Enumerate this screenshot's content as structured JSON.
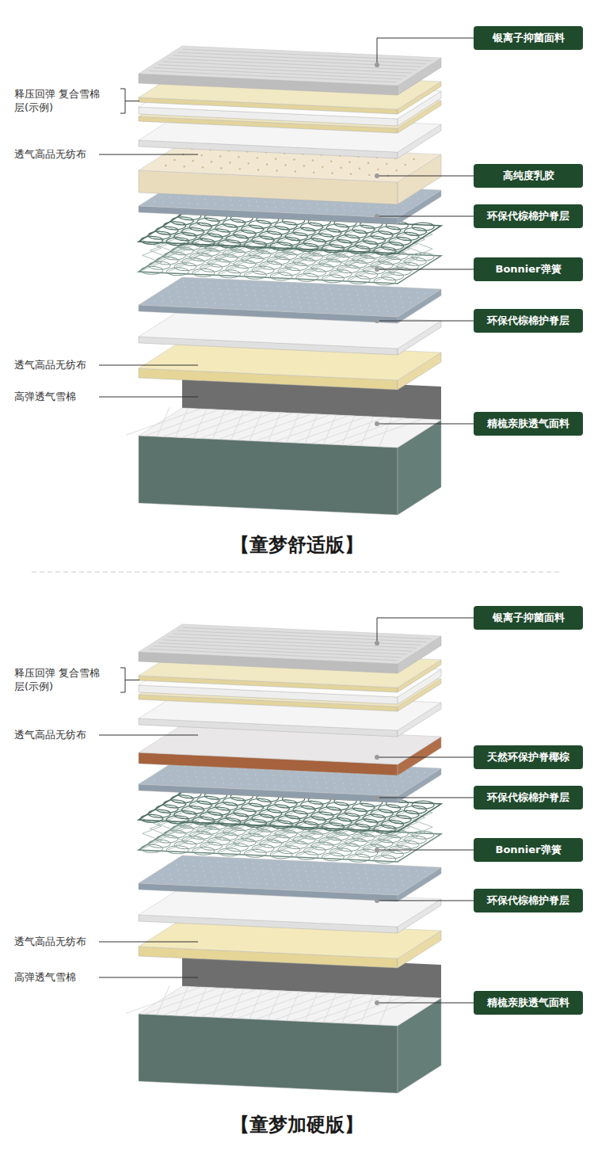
{
  "diagram": {
    "nodes": [
      {
        "text": [
          "银离子抑菌面料"
        ]
      },
      {
        "text": [
          "高纯度乳胶"
        ]
      },
      {
        "text": [
          "环保代棕棉护脊层"
        ]
      },
      {
        "text": [
          "Bonnier弹簧"
        ]
      },
      {
        "text": [
          "环保代棕棉护脊层"
        ]
      },
      {
        "text": [
          "精梳亲肤透气面料"
        ]
      },
      {
        "text": [
          "银离子抑菌面料"
        ]
      },
      {
        "text": [
          "天然环保护脊椰棕"
        ]
      },
      {
        "text": [
          "环保代棕棉护脊层"
        ]
      },
      {
        "text": [
          "Bonnier弹簧"
        ]
      },
      {
        "text": [
          "环保代棕棉护脊层"
        ]
      },
      {
        "text": [
          "精梳亲肤透气面料"
        ]
      }
    ],
    "labels": [
      "释压回弹 复合雪棉层(示例)",
      "透气高品无纺布",
      "透气高品无纺布",
      "高弹透气雪棉",
      "【童梦舒适版】",
      "释压回弹 复合雪棉层(示例)",
      "透气高品无纺布",
      "透气高品无纺布",
      "高弹透气雪棉",
      "【童梦加硬版】"
    ]
  }
}
